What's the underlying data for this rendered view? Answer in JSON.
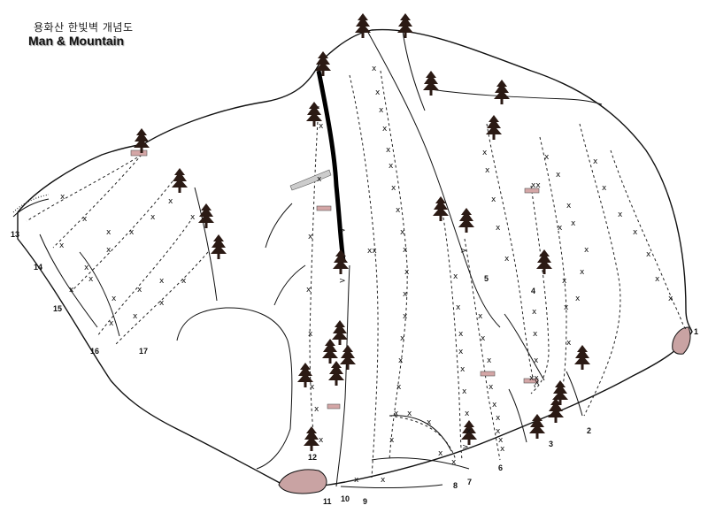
{
  "header": {
    "title_korean": "용화산 한빛벽 개념도",
    "title_english": "Man & Mountain"
  },
  "colors": {
    "line": "#111111",
    "anchor_fill": "#d4a6a6",
    "boulder_fill": "#c9a3a3",
    "tree": "#2b1a14"
  },
  "routes": [
    {
      "id": "route-1",
      "label": "1"
    },
    {
      "id": "route-2",
      "label": "2"
    },
    {
      "id": "route-3",
      "label": "3"
    },
    {
      "id": "route-4",
      "label": "4"
    },
    {
      "id": "route-5",
      "label": "5"
    },
    {
      "id": "route-6",
      "label": "6"
    },
    {
      "id": "route-7",
      "label": "7"
    },
    {
      "id": "route-8",
      "label": "8"
    },
    {
      "id": "route-9",
      "label": "9"
    },
    {
      "id": "route-10",
      "label": "10"
    },
    {
      "id": "route-11",
      "label": "11"
    },
    {
      "id": "route-12",
      "label": "12"
    },
    {
      "id": "route-13",
      "label": "13"
    },
    {
      "id": "route-14",
      "label": "14"
    },
    {
      "id": "route-15",
      "label": "15"
    },
    {
      "id": "route-16",
      "label": "16"
    },
    {
      "id": "route-17",
      "label": "17"
    }
  ],
  "markers": {
    "bolt": "x",
    "double_bolt": "xx",
    "chevron": ">"
  },
  "icons": {
    "tree": "tree-icon",
    "anchor": "anchor-icon",
    "boulder": "boulder-icon"
  }
}
